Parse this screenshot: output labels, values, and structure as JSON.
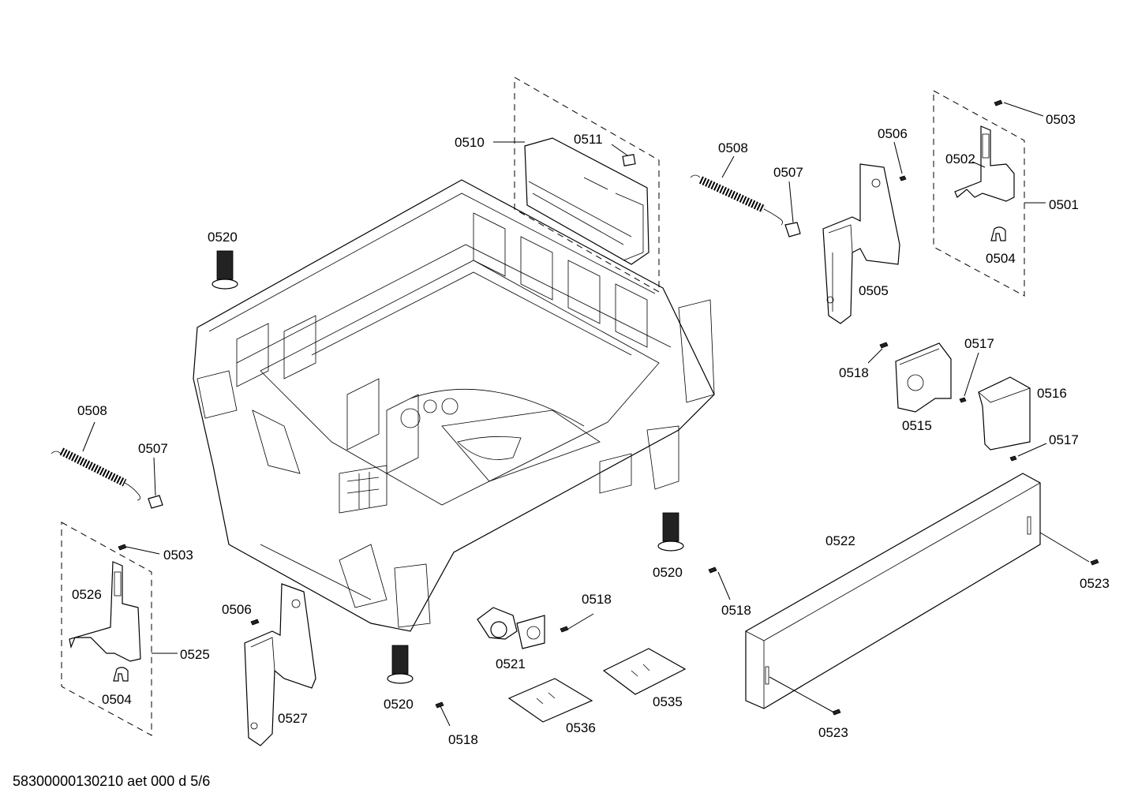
{
  "footer_text": "58300000130210 aet 000 d 5/6",
  "labels": [
    {
      "id": "l0510",
      "text": "0510"
    },
    {
      "id": "l0511",
      "text": "0511"
    },
    {
      "id": "l0508a",
      "text": "0508"
    },
    {
      "id": "l0507a",
      "text": "0507"
    },
    {
      "id": "l0506a",
      "text": "0506"
    },
    {
      "id": "l0505",
      "text": "0505"
    },
    {
      "id": "l0503a",
      "text": "0503"
    },
    {
      "id": "l0502",
      "text": "0502"
    },
    {
      "id": "l0501",
      "text": "0501"
    },
    {
      "id": "l0504a",
      "text": "0504"
    },
    {
      "id": "l0520a",
      "text": "0520"
    },
    {
      "id": "l0518a",
      "text": "0518"
    },
    {
      "id": "l0517a",
      "text": "0517"
    },
    {
      "id": "l0516",
      "text": "0516"
    },
    {
      "id": "l0515",
      "text": "0515"
    },
    {
      "id": "l0517b",
      "text": "0517"
    },
    {
      "id": "l0508b",
      "text": "0508"
    },
    {
      "id": "l0507b",
      "text": "0507"
    },
    {
      "id": "l0503b",
      "text": "0503"
    },
    {
      "id": "l0526",
      "text": "0526"
    },
    {
      "id": "l0525",
      "text": "0525"
    },
    {
      "id": "l0504b",
      "text": "0504"
    },
    {
      "id": "l0506b",
      "text": "0506"
    },
    {
      "id": "l0527",
      "text": "0527"
    },
    {
      "id": "l0520b",
      "text": "0520"
    },
    {
      "id": "l0518b",
      "text": "0518"
    },
    {
      "id": "l0521",
      "text": "0521"
    },
    {
      "id": "l0518c",
      "text": "0518"
    },
    {
      "id": "l0520c",
      "text": "0520"
    },
    {
      "id": "l0518d",
      "text": "0518"
    },
    {
      "id": "l0522",
      "text": "0522"
    },
    {
      "id": "l0523a",
      "text": "0523"
    },
    {
      "id": "l0523b",
      "text": "0523"
    },
    {
      "id": "l0535",
      "text": "0535"
    },
    {
      "id": "l0536",
      "text": "0536"
    }
  ]
}
